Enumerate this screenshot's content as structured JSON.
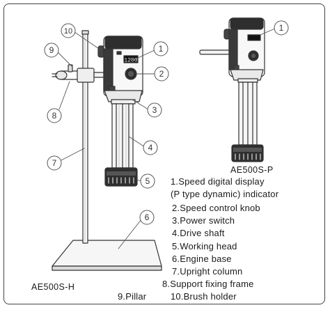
{
  "models": {
    "h": "AE500S-H",
    "p": "AE500S-P"
  },
  "display_text": "1200",
  "legend": {
    "item1_line1": "1.Speed digital display",
    "item1_line2": "(P type dynamic) indicator",
    "item2": "2.Speed control knob",
    "item3": "3.Power switch",
    "item4": "4.Drive shaft",
    "item5": "5.Working head",
    "item6": "6.Engine base",
    "item7": "7.Upright column",
    "item8": "8.Support fixing frame",
    "item9": "9.Pillar",
    "item10": "10.Brush holder"
  },
  "callouts": {
    "c1": "1",
    "c2": "2",
    "c3": "3",
    "c4": "4",
    "c5": "5",
    "c6": "6",
    "c7": "7",
    "c8": "8",
    "c9": "9",
    "c10": "10",
    "p1": "1"
  }
}
